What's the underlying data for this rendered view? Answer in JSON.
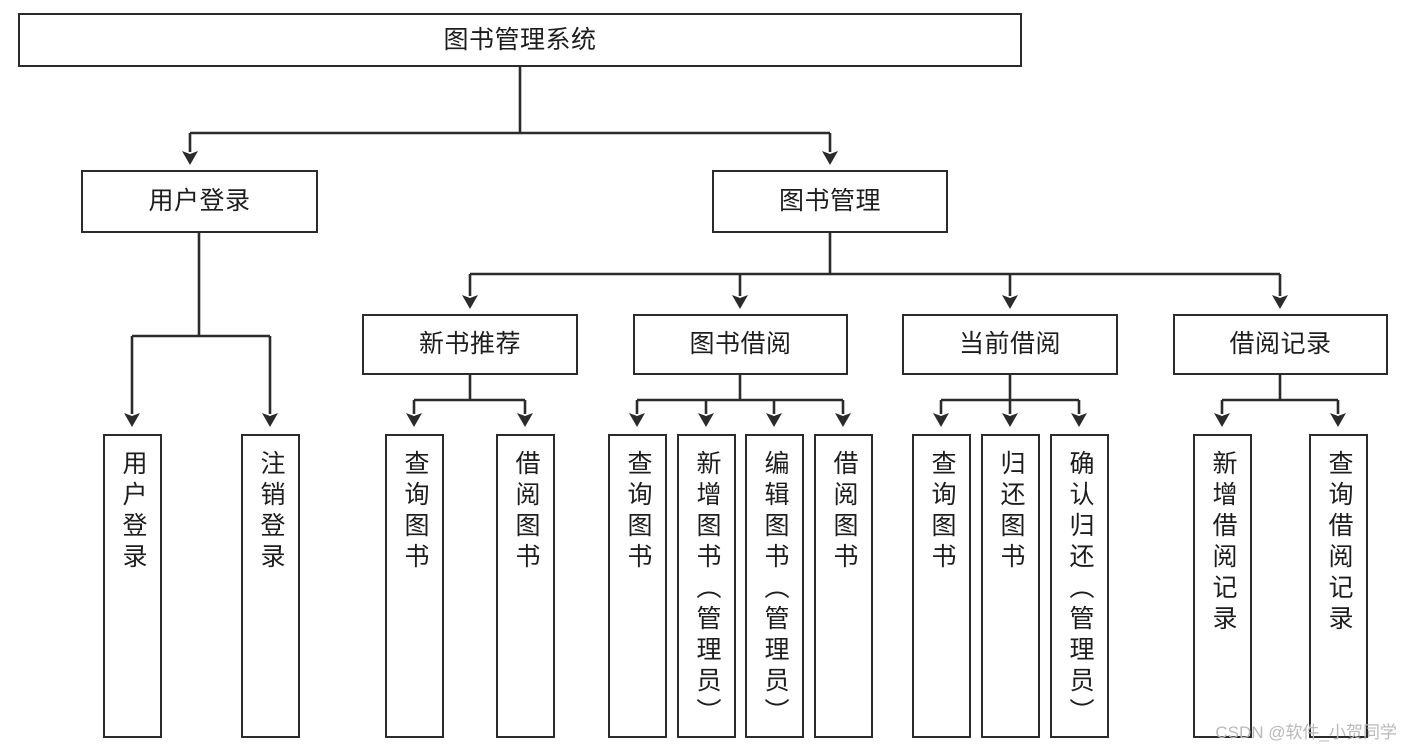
{
  "diagram": {
    "type": "tree-hierarchy",
    "title": "图书管理系统",
    "orientation": "top-down",
    "colors": {
      "stroke": "#2b2b2b",
      "fill": "#ffffff",
      "text": "#1d1d1d",
      "watermark": "#b9b9b9"
    },
    "levels": {
      "root": {
        "label": "图书管理系统"
      },
      "level2": [
        {
          "id": "user-login",
          "label": "用户登录"
        },
        {
          "id": "book-management",
          "label": "图书管理"
        }
      ],
      "level3": [
        {
          "id": "new-book-recommend",
          "label": "新书推荐"
        },
        {
          "id": "book-borrow",
          "label": "图书借阅"
        },
        {
          "id": "current-borrow",
          "label": "当前借阅"
        },
        {
          "id": "borrow-record",
          "label": "借阅记录"
        }
      ],
      "leaves": [
        {
          "id": "leaf-user-login",
          "label": "用户登录",
          "parent": "user-login"
        },
        {
          "id": "leaf-logout-login",
          "label": "注销登录",
          "parent": "user-login"
        },
        {
          "id": "leaf-query-book-1",
          "label": "查询图书",
          "parent": "new-book-recommend"
        },
        {
          "id": "leaf-borrow-book-1",
          "label": "借阅图书",
          "parent": "new-book-recommend"
        },
        {
          "id": "leaf-query-book-2",
          "label": "查询图书",
          "parent": "book-borrow"
        },
        {
          "id": "leaf-add-book",
          "label": "新增图书（管理员）",
          "parent": "book-borrow"
        },
        {
          "id": "leaf-edit-book",
          "label": "编辑图书（管理员）",
          "parent": "book-borrow"
        },
        {
          "id": "leaf-borrow-book-2",
          "label": "借阅图书",
          "parent": "book-borrow"
        },
        {
          "id": "leaf-query-book-3",
          "label": "查询图书",
          "parent": "current-borrow"
        },
        {
          "id": "leaf-return-book",
          "label": "归还图书",
          "parent": "current-borrow"
        },
        {
          "id": "leaf-confirm-return",
          "label": "确认归还（管理员）",
          "parent": "current-borrow"
        },
        {
          "id": "leaf-add-record",
          "label": "新增借阅记录",
          "parent": "borrow-record"
        },
        {
          "id": "leaf-query-record",
          "label": "查询借阅记录",
          "parent": "borrow-record"
        }
      ]
    }
  },
  "watermark": {
    "text": "CSDN @软件_小贺同学"
  }
}
